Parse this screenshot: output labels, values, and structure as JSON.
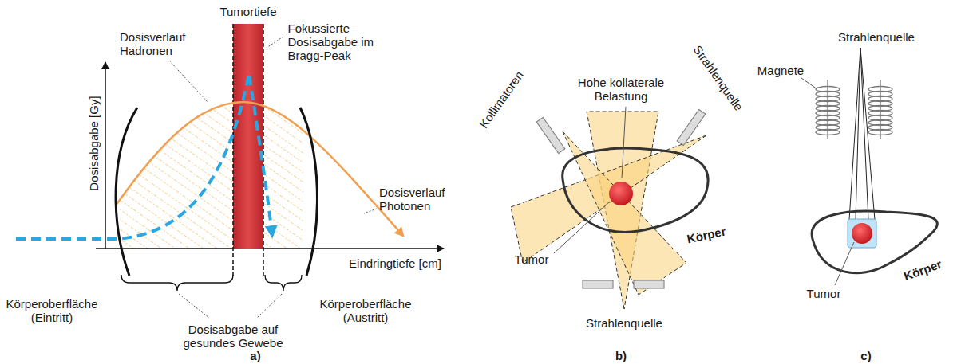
{
  "diagram": {
    "labels": [
      "Dosisabgabe [Gy]",
      "Tumortiefe",
      "Fokussierte Dosisabgabe im Bragg-Peak",
      "Dosisverlauf Hadronen",
      "Dosisverlauf Photonen",
      "Eindringtiefe [cm]",
      "Körperoberfläche (Eintritt)",
      "Dosisabgabe auf gesundes Gewebe",
      "Körperoberfläche (Austritt)",
      "a)",
      "Hohe kollaterale Belastung",
      "Strahlenquelle",
      "Kollimatoren",
      "Körper",
      "Tumor",
      "Strahlenquelle",
      "b)",
      "Strahlenquelle",
      "Magnete",
      "Tumor",
      "Körper",
      "c)"
    ]
  }
}
